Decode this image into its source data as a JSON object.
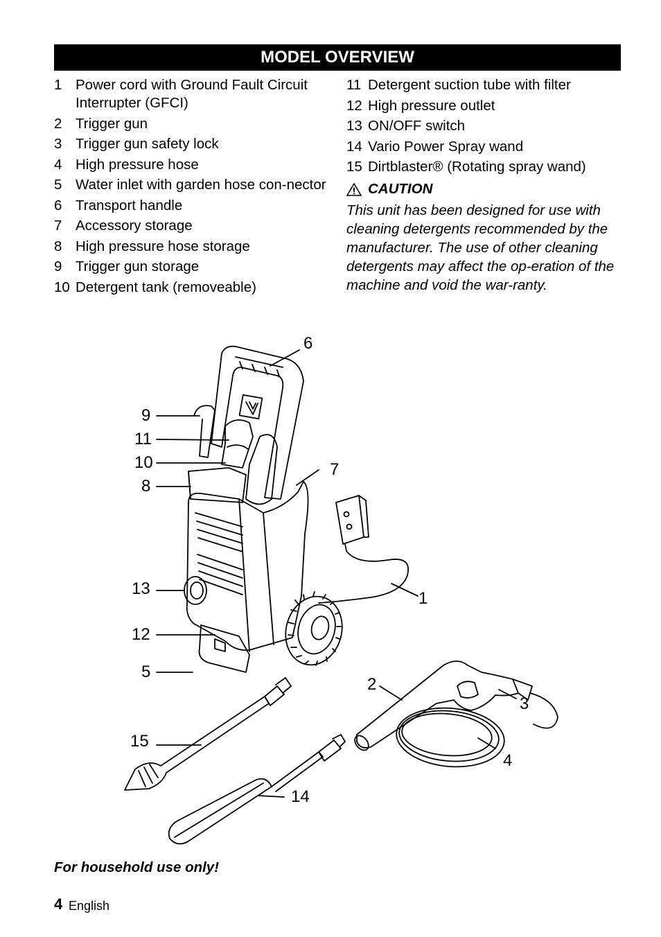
{
  "title": "MODEL OVERVIEW",
  "left_items": [
    {
      "num": "1",
      "label": "Power cord with Ground Fault Circuit Interrupter (GFCI)"
    },
    {
      "num": "2",
      "label": "Trigger gun"
    },
    {
      "num": "3",
      "label": "Trigger gun safety lock"
    },
    {
      "num": "4",
      "label": "High pressure hose"
    },
    {
      "num": "5",
      "label": "Water inlet with garden hose  con-nector"
    },
    {
      "num": "6",
      "label": "Transport handle"
    },
    {
      "num": "7",
      "label": "Accessory storage"
    },
    {
      "num": "8",
      "label": "High pressure hose storage"
    },
    {
      "num": "9",
      "label": "Trigger gun storage"
    },
    {
      "num": "10",
      "label": "Detergent tank (removeable)"
    }
  ],
  "right_items": [
    {
      "num": "11",
      "label": "Detergent suction tube with filter"
    },
    {
      "num": "12",
      "label": "High pressure outlet"
    },
    {
      "num": "13",
      "label": "ON/OFF switch"
    },
    {
      "num": "14",
      "label": "Vario Power Spray wand"
    },
    {
      "num": "15",
      "label": "Dirtblaster® (Rotating spray wand)"
    }
  ],
  "caution": {
    "icon": "warning-triangle-icon",
    "heading": "CAUTION",
    "text": "This unit has been designed for use with cleaning detergents recommended by the manufacturer. The use of other cleaning detergents may affect the op-eration of the machine and void the war-ranty."
  },
  "figure_callouts": [
    "6",
    "9",
    "11",
    "10",
    "7",
    "8",
    "13",
    "1",
    "12",
    "5",
    "2",
    "3",
    "15",
    "4",
    "14"
  ],
  "footer_note": "For household use only!",
  "page": {
    "number": "4",
    "language": "English"
  }
}
